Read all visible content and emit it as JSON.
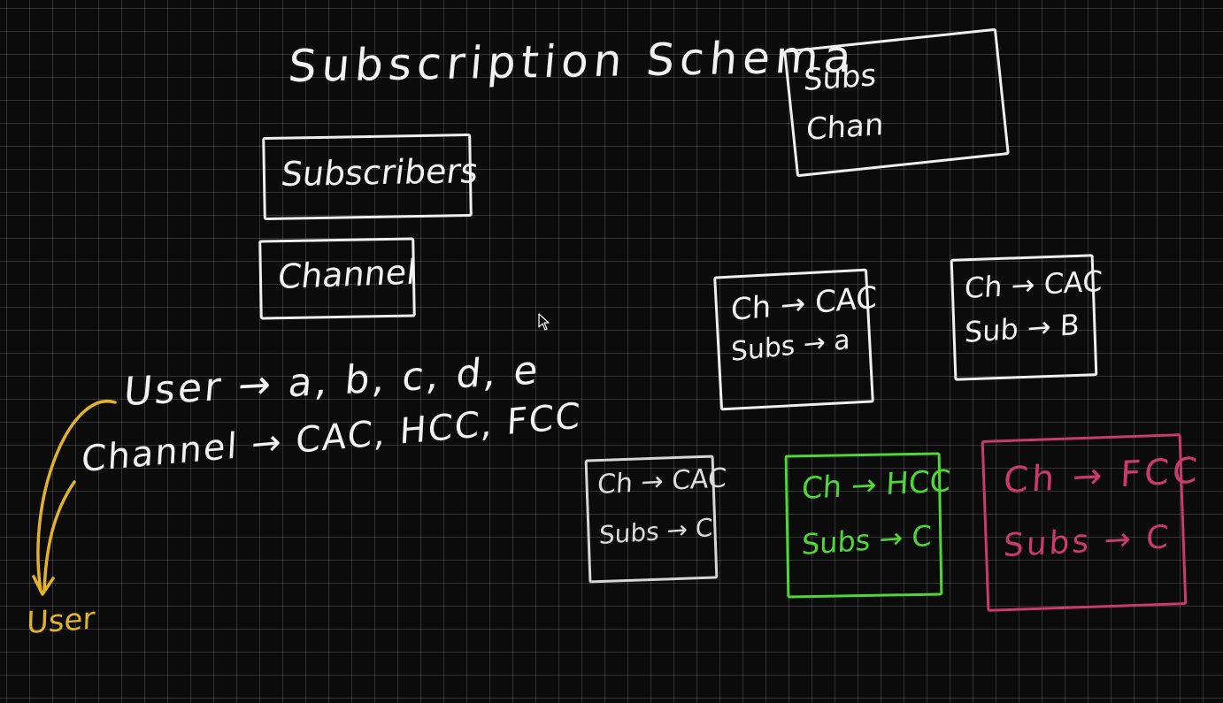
{
  "title": "Subscription Schema",
  "tables": {
    "subscribers_label": "Subscribers",
    "channel_label": "Channel"
  },
  "fields_box": {
    "line1": "Subs",
    "line2": "Chan"
  },
  "definitions": {
    "user_line": "User → a, b, c, d, e",
    "channel_line": "Channel → CAC, HCC, FCC"
  },
  "annotation": {
    "label": "User",
    "color": "#e1b22a"
  },
  "records": [
    {
      "channel_line": "Ch → CAC",
      "subs_line": "Subs → a",
      "color": "#f0f0f0"
    },
    {
      "channel_line": "Ch → CAC",
      "subs_line": "Sub → B",
      "color": "#f0f0f0"
    },
    {
      "channel_line": "Ch → CAC",
      "subs_line": "Subs → C",
      "color": "#d6d6d6"
    },
    {
      "channel_line": "Ch → HCC",
      "subs_line": "Subs → C",
      "color": "#4fd637"
    },
    {
      "channel_line": "Ch → FCC",
      "subs_line": "Subs → C",
      "color": "#c93b6a"
    }
  ]
}
